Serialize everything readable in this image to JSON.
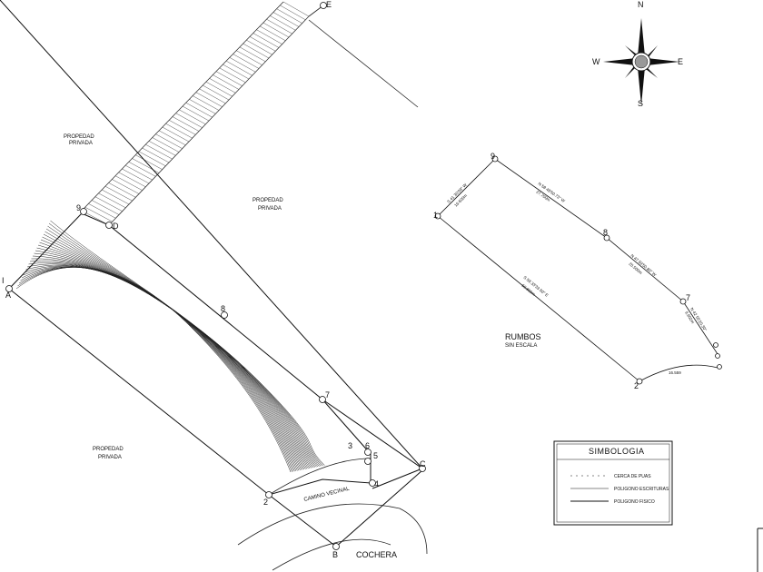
{
  "compass": {
    "north": "N",
    "south": "S",
    "east": "E",
    "west": "W",
    "icon": "compass-rose-icon"
  },
  "areas": {
    "left_top": [
      "PROPEDAD",
      "PRIVADA"
    ],
    "center": [
      "PROPEDAD",
      "PRIVADA"
    ],
    "left_bottom": [
      "PROPEDAD",
      "PRIVADA"
    ]
  },
  "points": {
    "E": "E",
    "A": "A",
    "I": "I",
    "one": "1",
    "nine": "9",
    "D": "D",
    "eight": "8",
    "seven": "7",
    "three": "3",
    "six": "6",
    "five": "5",
    "four": "4",
    "two": "2",
    "C": "C",
    "B": "B"
  },
  "labels": {
    "camino": "CAMINO VECINAL",
    "cochera": "COCHERA",
    "rumbos": "RUMBOS",
    "sin_escala": "SIN ESCALA"
  },
  "rumbos": {
    "nine": "9",
    "one": "1",
    "eight": "8",
    "seven": "7",
    "two": "2",
    "dir_1_9": "S 41 30'09\" W",
    "dist_1_9": "16.600m",
    "dir_9_8": "N 58 48'50.73\" W",
    "dist_9_8": "27.700m",
    "dir_8_7": "N 47 59'50.80\" W",
    "dist_8_7": "20.500m",
    "dir_1_2": "S 58 33'33.50\" E",
    "dist_1_2": "50.800m",
    "arc": "16.559",
    "dir_7": "N 42 55'20.30\"",
    "dist_7": "9.902m"
  },
  "legend": {
    "title": "SIMBOLOGIA",
    "items": [
      "CERCA DE PUAS",
      "POLIGONO ESCRITURAS",
      "POLIGONO FISICO"
    ]
  }
}
